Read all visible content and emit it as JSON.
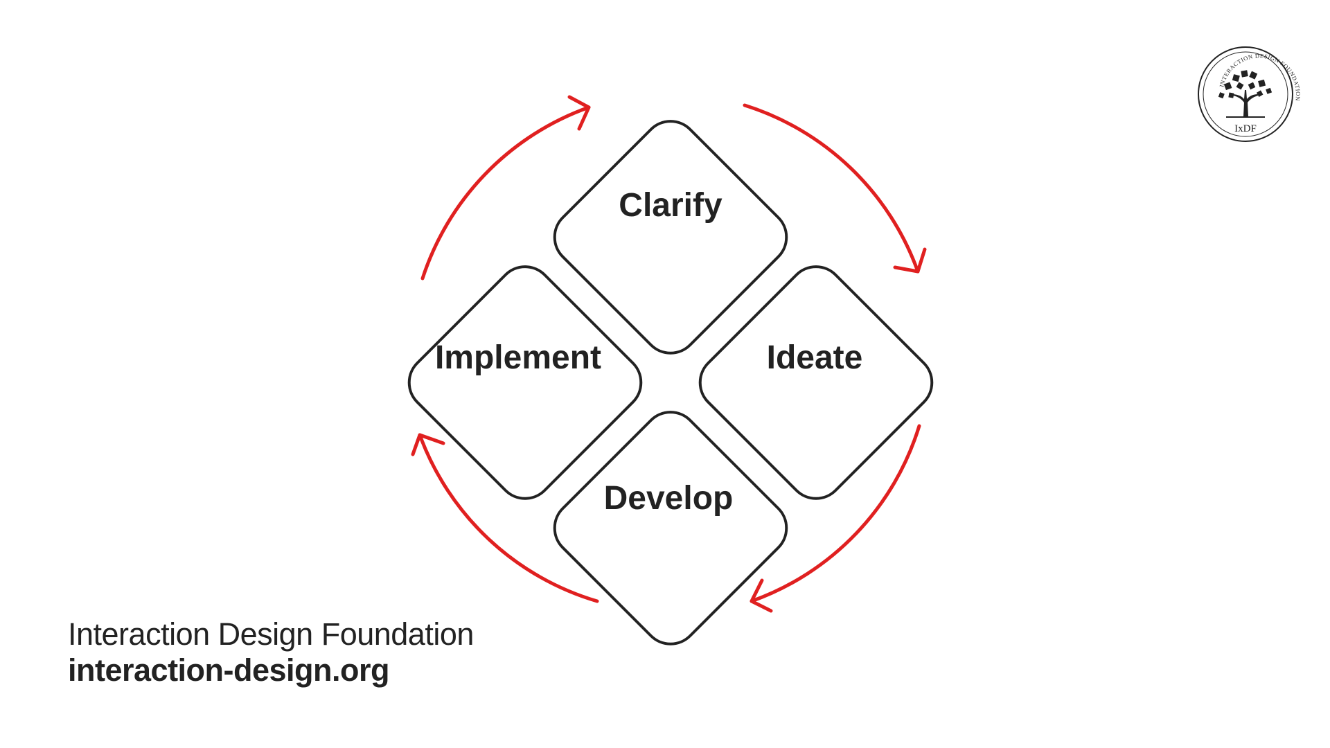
{
  "diagram": {
    "nodes": {
      "clarify": "Clarify",
      "ideate": "Ideate",
      "develop": "Develop",
      "implement": "Implement"
    },
    "cycle_order": [
      "Clarify",
      "Ideate",
      "Develop",
      "Implement"
    ],
    "arrow_color": "#e02020",
    "node_stroke_color": "#222222"
  },
  "logo": {
    "ring_text": "INTERACTION DESIGN FOUNDATION",
    "abbr": "IxDF",
    "icon": "tree-icon"
  },
  "footer": {
    "org_name": "Interaction Design Foundation",
    "url": "interaction-design.org"
  }
}
